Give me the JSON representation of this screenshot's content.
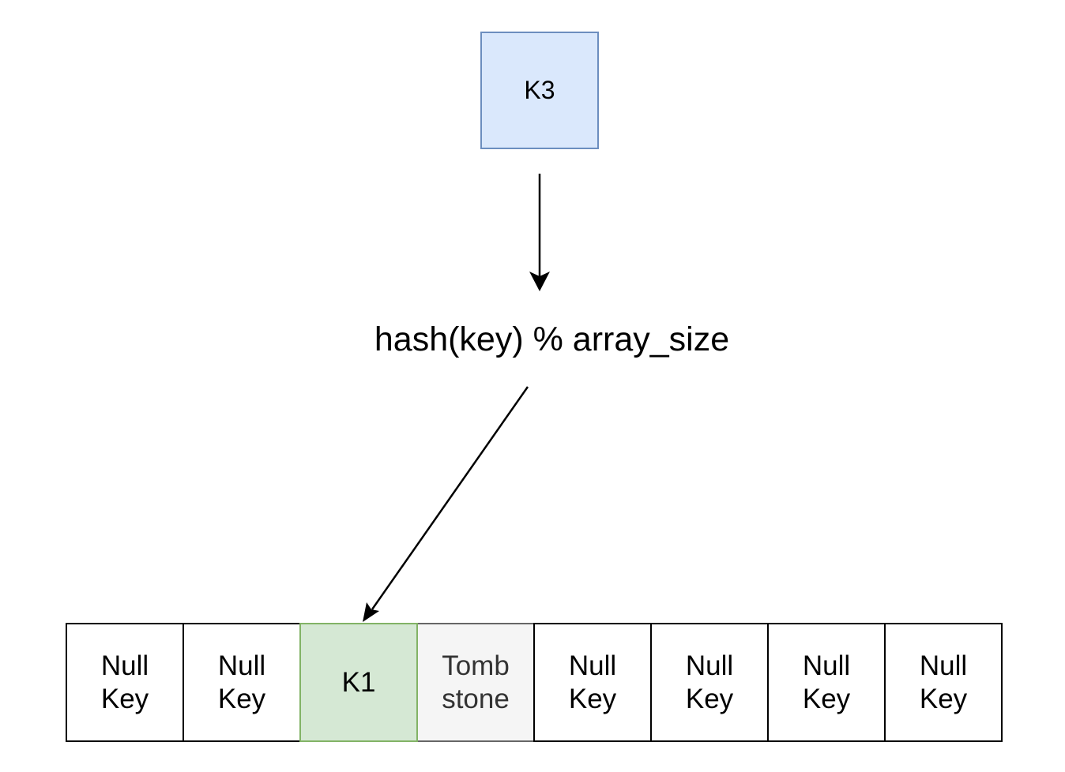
{
  "input_key": {
    "label": "K3"
  },
  "hash_function": {
    "label": "hash(key) % array_size"
  },
  "array": {
    "slots": [
      {
        "label": "Null\nKey",
        "state": "empty"
      },
      {
        "label": "Null\nKey",
        "state": "empty"
      },
      {
        "label": "K1",
        "state": "occupied"
      },
      {
        "label": "Tomb\nstone",
        "state": "tombstone"
      },
      {
        "label": "Null\nKey",
        "state": "empty"
      },
      {
        "label": "Null\nKey",
        "state": "empty"
      },
      {
        "label": "Null\nKey",
        "state": "empty"
      },
      {
        "label": "Null\nKey",
        "state": "empty"
      }
    ]
  },
  "colors": {
    "key_fill": "#dae8fc",
    "key_stroke": "#6c8ebf",
    "occupied_fill": "#d5e8d4",
    "occupied_stroke": "#82b366",
    "tombstone_fill": "#f5f5f5",
    "tombstone_stroke": "#666666"
  }
}
